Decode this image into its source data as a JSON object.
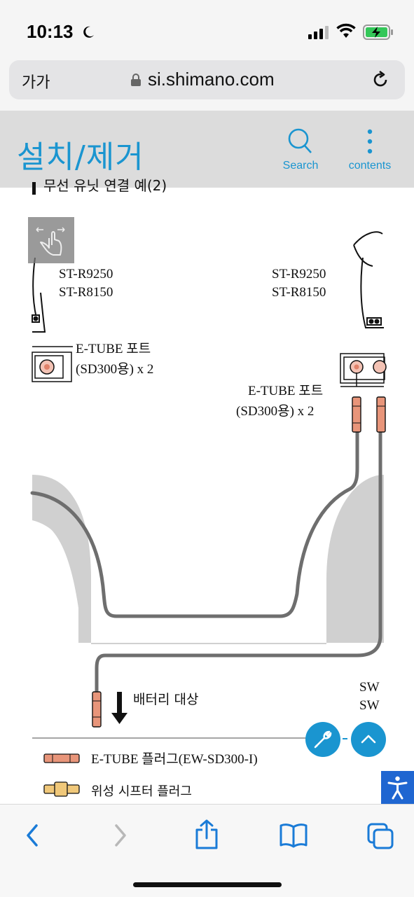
{
  "status": {
    "time": "10:13",
    "icons": [
      "moon-icon",
      "signal-icon",
      "wifi-icon",
      "battery-charging-icon"
    ]
  },
  "browser": {
    "text_size_button": "가가",
    "url": "si.shimano.com",
    "icons": [
      "lock-icon",
      "reload-icon"
    ]
  },
  "header": {
    "title": "설치/제거",
    "search_label": "Search",
    "contents_label": "contents",
    "accent_color": "#1a95d0"
  },
  "diagram": {
    "cut_heading": "무선 유닛 연결 예(2)",
    "left_models": [
      "ST-R9250",
      "ST-R8150"
    ],
    "right_models": [
      "ST-R9250",
      "ST-R8150"
    ],
    "left_port": [
      "E-TUBE 포트",
      "(SD300용) x 2"
    ],
    "right_port": [
      "E-TUBE 포트",
      "(SD300용) x 2"
    ],
    "battery_label": "배터리 대상",
    "sw_labels": [
      "SW",
      "SW"
    ],
    "legend": [
      {
        "label": "E-TUBE 플러그(EW-SD300-I)",
        "color": "#e8957a"
      },
      {
        "label": "위성 시프터 플러그",
        "color": "#f0c87a"
      }
    ]
  },
  "floating": {
    "wrench_icon": "wrench-icon",
    "scroll_top_icon": "chevron-up-icon",
    "accessibility_icon": "accessibility-icon"
  },
  "toolbar": {
    "icons": [
      "back-icon",
      "forward-icon",
      "share-icon",
      "bookmarks-icon",
      "tabs-icon"
    ]
  }
}
